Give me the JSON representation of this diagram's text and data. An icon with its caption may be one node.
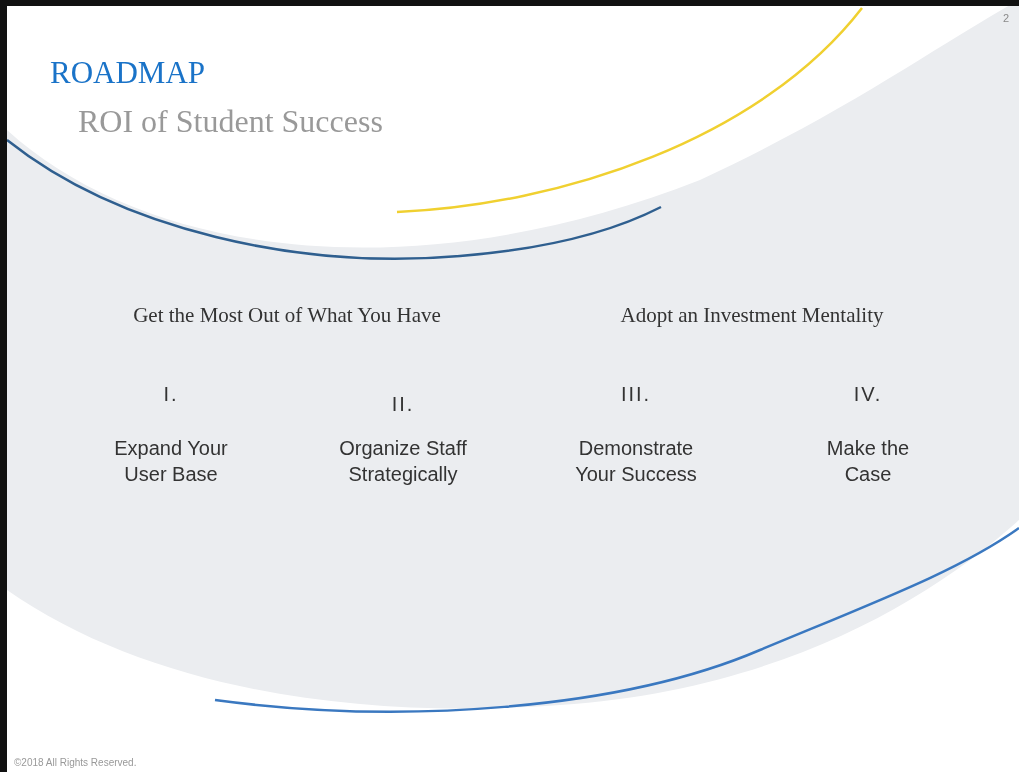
{
  "diagram": {
    "title": "ROADMAP",
    "labels": [
      "2",
      "ROI of Student Success",
      "Get the Most Out of What You Have",
      "Adopt an Investment Mentality",
      "I.",
      "II.",
      "III.",
      "IV.",
      "Expand Your User Base",
      "Organize Staff Strategically",
      "Demonstrate Your Success",
      "Make the Case",
      "©2018 All Rights Reserved."
    ]
  }
}
